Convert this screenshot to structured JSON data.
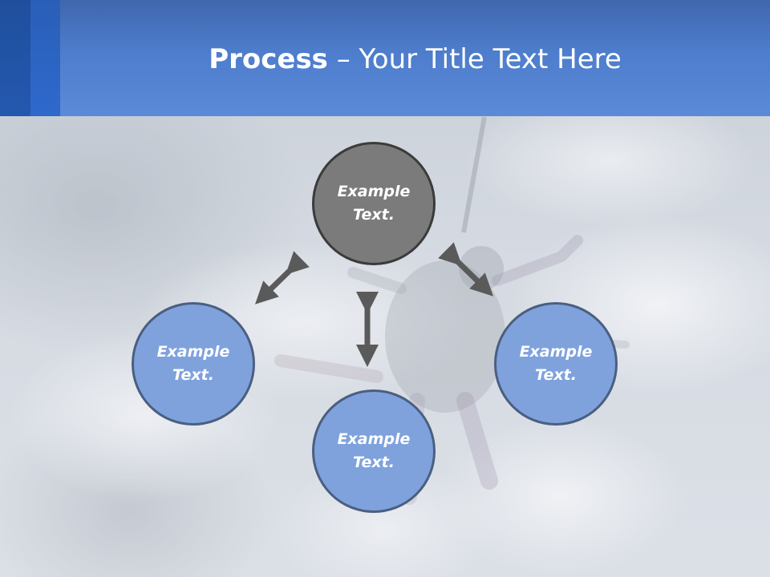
{
  "slide": {
    "title_strong": "Process",
    "title_rest": " – Your Title Text Here"
  },
  "diagram": {
    "nodes": [
      {
        "id": "top",
        "text": "Example Text."
      },
      {
        "id": "left",
        "text": "Example Text."
      },
      {
        "id": "bottom",
        "text": "Example Text."
      },
      {
        "id": "right",
        "text": "Example Text."
      }
    ]
  },
  "colors": {
    "header_blue": "#4d7dcc",
    "header_accent": "#2458b0",
    "node_blue": "#7fa2dd",
    "node_blue_border": "#4a5f80",
    "node_gray": "#7b7b7b",
    "node_gray_border": "#3b3b3b",
    "arrow_gray": "#5a5a5a"
  }
}
